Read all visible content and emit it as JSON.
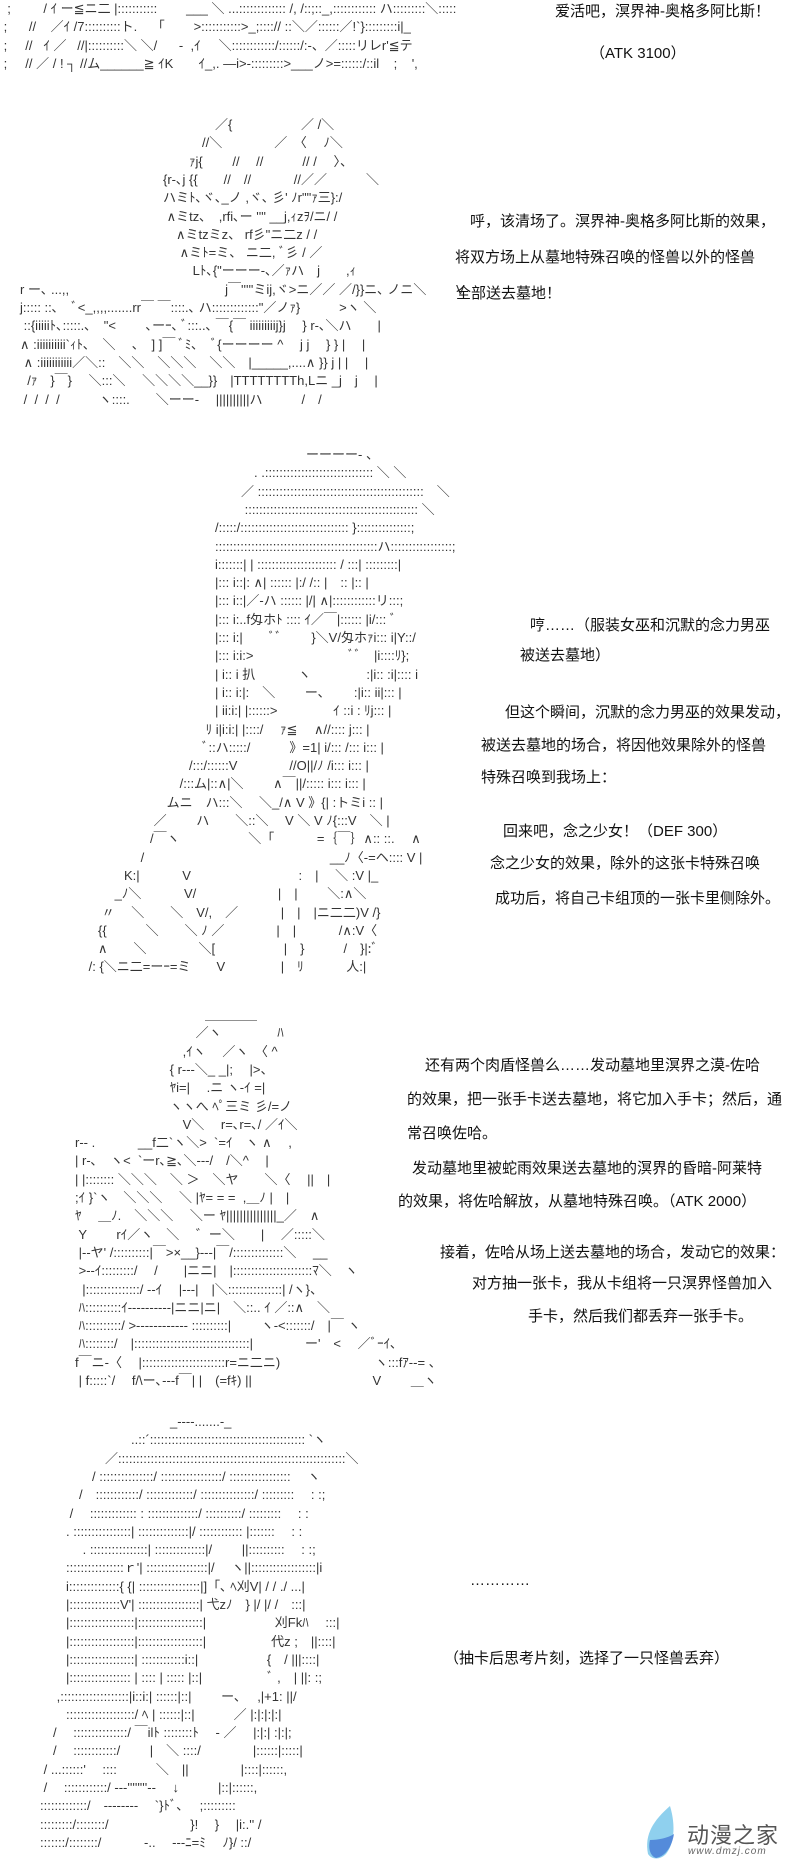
{
  "texts": {
    "s1_l1": "爱活吧，溟界神-奥格多阿比斯！",
    "s1_l2": "（ATK 3100）",
    "s2_l1": "呼，该清场了。溟界神-奥格多阿比斯的效果，",
    "s2_l2": "将双方场上从墓地特殊召唤的怪兽以外的怪兽",
    "s2_l3": "全部送去墓地！",
    "s3_l1": "哼……（服装女巫和沉默的念力男巫",
    "s3_l2": "被送去墓地）",
    "s3_l3": "但这个瞬间，沉默的念力男巫的效果发动，",
    "s3_l4": "被送去墓地的场合，将因他效果除外的怪兽",
    "s3_l5": "特殊召唤到我场上：",
    "s3_l6": "回来吧，念之少女！（DEF 300）",
    "s3_l7": "念之少女的效果，除外的这张卡特殊召唤",
    "s3_l8": "成功后，将自己卡组顶的一张卡里侧除外。",
    "s4_l1": "还有两个肉盾怪兽么……发动墓地里溟界之漠-佐哈",
    "s4_l2": "的效果，把一张手卡送去墓地，将它加入手卡；然后，通",
    "s4_l3": "常召唤佐哈。",
    "s4_l4": "发动墓地里被蛇雨效果送去墓地的溟界的昏暗-阿莱特",
    "s4_l5": "的效果，将佐哈解放，从墓地特殊召唤。（ATK 2000）",
    "s4_l6": "接着，佐哈从场上送去墓地的场合，发动它的效果：",
    "s4_l7": "对方抽一张卡，我从卡组将一只溟界怪兽加入",
    "s4_l8": "手卡，然后我们都丢弃一张手卡。",
    "s5_l1": "…………",
    "s5_l2": "（抽卡后思考片刻，选择了一只怪兽丢弃）"
  },
  "watermark": {
    "title": "动漫之家",
    "url": "www.dmzj.com",
    "colors": {
      "wing_light": "#8fd0ee",
      "wing_dark": "#4a7fd6"
    }
  },
  "art": [
    {
      "lines": [
        "  ;         / ｲ ー≦ニ二 |:::::::::::        ___ ＼ ...::::::::::::: /, /::;::_,:::::::::::: ハ:::::::::＼:::::",
        " ;      //    ／ｲ /7::::::::::ト.    「        >:::::::::::>_;::::// ::＼／::::::／!`}:::::::::i|_",
        " ;     //   ｲ ／   //|::::::::::＼ ＼/      -  ,ｲ     ＼::::::::::::/::::::/:-、／:::::リレr'≦テ",
        " ;     // ／ / ! ┐ //ム______≧ ｲK       ｲ_,. ―i>-:::::::::>___ノ>=::::::/::il    ;    ',"
      ]
    },
    {
      "lines": [
        "　　　　　　　　　　　　　　　／{　　　　　 ／ /＼",
        "　　　　　　　　　　　　　　//＼　　　　／　〈　 ﾉ＼",
        "　　　　　　　　　　　　　ｧj{　　 //　 //　　　// /　 〉、",
        "　　　　　　　　　　　{r‐､j {{　　//　//　　　 //／／　　　＼",
        "　　　　　　　　　　　ハミﾄ､ヾ､_ノ ,ヾ､ 彡' ﾉr\"\"ｧ三}:/",
        "　　　　　　　　　　　 ∧ミtz､　,rfi､ー ''\" __j,ｨzｦ/ニ/ /",
        "　　　　　　　　　　　　∧ミtzミz、 rf彡\"ニ二z / /",
        "　　　　　　　　　　　　 ∧ミﾄ=ミ、 ニ二, ﾞ彡 / ／",
        "　　　　　　　　　　　　　 Lﾄ､{\"ーーー-､／ｧハ　j　　,ｨ",
        "r ー､ ...,,　　　　　　　　　　　　j￣'''''ミij,ヾ>ニ／／ ／/}}ニ､ ノニ＼　　 V",
        "j::::: ::､　ﾞ<_,,,,.......rr￣ ￣::::.､ ハ:::::::::::::\"／ノｧ}　　　>ヽ ＼",
        " ::{iiiiiﾄ､:::::.､　\"< 　　､ーｰ､ ﾞ:::..､ ￣{￣ iiiiiiiiij}j　 } r‐､＼ハ　　|",
        "∧ :iiiiiiiiii`ｨﾄ､　＼　 ､　] ]￣ ﾞﾐ､　ﾞ{ーーーー ^　 j j　 } } |　 |",
        " ∧ :iiiiiiiiiii／＼::　＼＼　＼＼＼　＼＼　|_____,....∧ }} j | |　 |",
        "  /ｧ　}￣}　 ＼:::＼　 ＼＼＼＼__}}　|TTTTTTTTh,Lニ _j　j　 |",
        " /  /  /  /　　　ヽ::::.　　＼ーー-　 ||||||||||ハ　　　/　/"
      ]
    },
    {
      "lines": [
        "　　　　　　　　　　　　　　　　　ーーーー- 、",
        "　　　　　　　　　　　　　. .:::::::::::::::::::::::::::::: ＼ ＼",
        "　　　　　　　　　　　　／ ::::::::::::::::::::::::::::::::::::::::::::::　＼",
        "　　　　　　　　　　　　 :::::::::::::::::::::::::::::::::::::::::::::::: ＼",
        "　　　　　　　　　　/:::::/:::::::::::::::::::::::::::::: }:::::::::::::::;",
        "　　　　　　　　　　:::::::::::::::::::::::::::::::::::::::::::::ハ:::::::::::::::::;",
        "　　　　　　　　　　i:::::::| | :::::::::::::::::::::: / :::| :::::::::|",
        "　　　　　　　　　　|::: i::|: ∧| :::::: |:/ /:: |　:: |:: |",
        "　　　　　　　　　　|::: i::|／‐ハ :::::: |/| ∧|::::::::::::リ:::;",
        "　　　　　　　　　　|::: i:..f匁ホﾄ :::: ｲ／￣|:::::: |i/::: ﾞ",
        "　　　　　　　　　　|::: i:|　　ﾞﾞ 　　}＼V/匁ホｧi::: i|Y::/",
        "　　　　　　　　　　|::: i:i:>　　　　　　　 ﾞﾞ　|i::::ﾘ};",
        "　　　　　　　　　　| i:: i 扒　　　 ヽ　　　　 :|i:: :i|:::: i",
        "　　　　　　　　　　| i:: i:|:　＼　　 ー､　　 :|i:: ii|::: |",
        "　　　　　　　　　　| ii:i:| |::::::>　　　　 ｲ ::i : ﾘj::: |",
        "　　　　　　　　　 ﾘ i|i:i:| |::::/　 ｧ≦　 ∧//:::: j::: |",
        "　　　　　　　　　ﾞ::ハ:::::/　　　》=1| i/::: /::: i::: |",
        "　　　　　　　　/:::/::::::V　　　　//O||/ﾉ /i::: i::: |",
        "　　　　　　　 /:::ム|::∧|＼　　 ∧￣||/::::: i::: i::: |",
        "　　　　　　 ムニ　ハ:::＼　 ＼_/∧ V 》{| :トミi :: |",
        "　　　　　 ／　　 ハ　　＼::＼　 V ＼ V ﾉ{:::V　＼ |",
        "　　　　　/￣ヽ　　　　　 ＼「　　　 =｛￣｝∧:: ::.　 ∧",
        "　　　　 /　　　　　　　　　　　　　　 __ﾉ〈‐=ヘ:::: V |",
        "　　　K:|　　　 V　　　　　　　　 :　|　 ＼ :V |_",
        "　　 _ﾉ＼　　　 V/　　　　　　 |　|　　 ＼:∧＼",
        "　 〃　 ＼　　＼　V/,　／　　　 |　|　|ニ二二)V /}",
        "　{{　　　＼　　＼ ﾉ ／　　　　|　|　　　 /∧:V〈",
        "　∧　　＼　　　　＼[　　　　　 |　}　　　/　}|:ﾞ",
        " /: {＼ニ二=ーｰ=ミ　　V　　　　 |　ﾘ　　　 人:|"
      ]
    },
    {
      "lines": [
        "　　　　　　　　　　＿＿＿＿",
        "　　　　　　　　　 ／ヽ　　　　 ﾊ",
        "　　　　　　　　 ,ｲヽ　 ／ヽ　〈 ^",
        "　　　　　　　 { r‐‐-＼_ _|;　 |>、",
        "　　　　　　　 ﾔi=|　 .ニ ヽ‐ｲ =|",
        "　　　　　　　 ヽヽへ ﾍﾟ三ミ 彡/=ノ",
        "　　　　　　　　 V＼　 r=､r=､/ ／ｲ＼",
        "r‐‐ .　　　 __f二`ヽ＼>  `=ｲ　ヽ ∧　 ,",
        "| r‐､　ヽ<  `ーr､≧､＼‐‐‐/　/＼^　 |",
        "| |:::::::: ＼＼＼　＼ ＞　＼ヤ　　＼〈　 ||　|",
        ";ｲ }`ヽ　＼＼＼　 ＼ |ﾔ= = =  ,＿ﾉ |　|",
        "ﾔ　 ＿ﾉ.　＼＼＼　 ＼ー ﾔ|||||||||||||||_／　∧",
        " Y　　 rｲ／ヽ　＼　 ゛ー＼　　|　 ／:::::＼",
        " |‐‐ヤ' /::::::::::|￣>×__}‐‐‐|￣/::::::::::::::＼　 __",
        " >‐‐ｲ:::::::::/　 /　　|ニニ|　|::::::::::::::::::::::ﾏ＼　ヽ",
        "  |:::::::::::::::/ ‐‐ｲ　 |‐‐‐|　|＼:::::::::::::::| /ヽ}、",
        " ﾊ::::::::::ｲ‐‐‐‐‐‐‐‐‐‐|ニニ|ニ|　＼::.. ｲ ／::∧　＼",
        " ﾊ::::::::::/ >‐‐‐‐‐‐‐‐‐‐‐‐ ::::::::::|　　 ヽ‐<:::::::/　|￣ ヽ",
        " ﾊ::::::::/　|::::::::::::::::::::::::::::::::|　　　　ー'　<　 ／ﾞｰｲ､",
        "f￣ニ‐〈　 |:::::::::::::::::::::::r=ニ二ニ)　　　　　　　 ヽ:::fｱ‐‐= 、",
        " | f:::::`/　 f/\\ー､‐‐‐f￣| |　(=fｷ) ||　　　　　　　　　 V　　 ＿ヽ"
      ]
    },
    {
      "lines": [
        "　　　　　　　　　　_‐‐‐‐.......‐_",
        "　　　　　　　..::´::::::::::::::::::::::::::::::::::::::::::: `ヽ",
        "　　　　　／:::::::::::::::::::::::::::::::::::::::::::::::::::::::::::::::＼",
        "　　　　/ :::::::::::::::/ :::::::::::::::::/ :::::::::::::::::　 ヽ",
        "　　　/　::::::::::::/ :::::::::::::/ :::::::::::::::/ :::::::::　 : :;",
        "　　 /　 ::::::::::::: : ::::::::::::::/ ::::::::::/ :::::::::　 : :",
        "　　. ::::::::::::::::| ::::::::::::::|/ :::::::::::: |:::::::　 : :",
        "　　　 . ::::::::::::::::| ::::::::::::::|/　　 ||::::::::::　 : :;",
        "　　::::::::::::::::ｒ'| :::::::::::::::::|/　 ヽ||::::::::::::::::::|i",
        "　　i::::::::::::::{ {| :::::::::::::::::|]「､ ﾍ刈V| / / ./ ...|",
        "　　|::::::::::::::V'| :::::::::::::::::| 弋zﾉ　} |/ |/ /　:::|",
        "　　|::::::::::::::::::|::::::::::::::::::|　　　　　 刈Fkﾊ　 :::|",
        "　　|::::::::::::::::::|::::::::::::::::::|　　　　　代z ;　||::::|",
        "　　|::::::::::::::::::| ::::::::::::i::|　　　　　 {　/ |||::::|",
        "　　|::::::::::::::::: | :::: | ::::: |::|　　　　　ﾞ ,　| ||: :;",
        "　 ,:::::::::::::::::::|i::i:| ::::::|::|　　 ー､　 ,|+1: ||/",
        "　　:::::::::::::::::::/ ﾍ | ::::::|::|　　　／ |:|:|:|:|",
        "　/　 :::::::::::::::/ ￣ilﾄ ::::::::ﾄ　 ‐ ／　 |:|:| :|:|;",
        "　/　 ::::::::::::/　　 |　＼ ::::/　　　　|::::::|:::::|",
        " / ...::::::'　 ::::　　　＼　||　　　　|::::|::::::,",
        " /　 ::::::::::::/ ‐‐‐''''''''‐‐　 ↓　　　|::|::::::,",
        ":::::::::::::/　‐‐‐‐‐‐‐‐　 `}ﾄﾞ､　 ;:::::::::",
        ":::::::::/::::::::/　　　　　　 }! 　}　 |i:.'' /",
        ":::::::/::::::::/　　　 -.. 　‐‐‐ﾆ=ﾐ　 ﾉ}/ ::/"
      ]
    }
  ]
}
